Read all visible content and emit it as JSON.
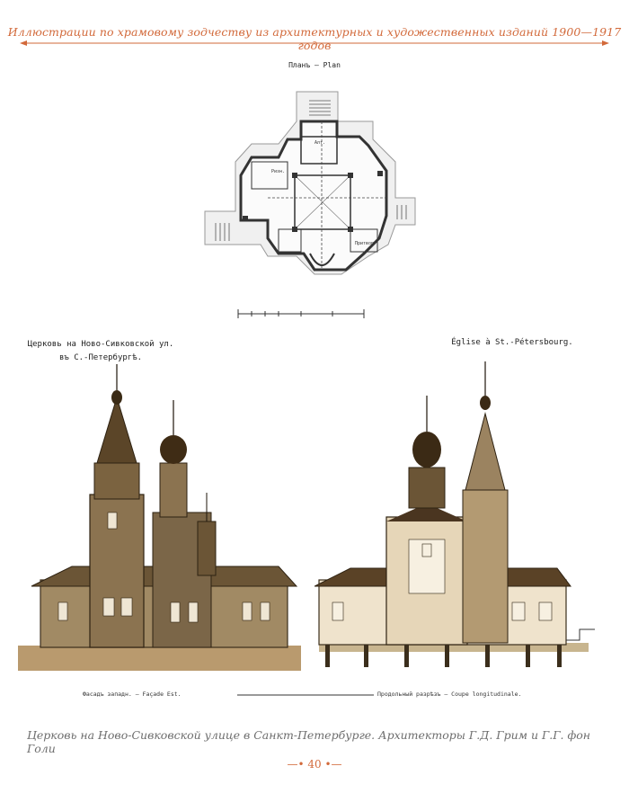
{
  "header": {
    "title": "Иллюстрации по храмовому зодчеству из архитектурных и художественных изданий 1900—1917 годов",
    "accent_color": "#d2693a"
  },
  "plan": {
    "title": "Планъ — Plan",
    "room_labels": [
      "Алт.",
      "Ризн.",
      "Притвор"
    ]
  },
  "elevations": {
    "left_label_line1": "Церковь на Ново-Сивковской ул.",
    "left_label_line2": "въ С.-Петербургѣ.",
    "right_label": "Église à St.-Pétersbourg.",
    "left_caption": "Фасадъ западн. — Façade Est.",
    "right_caption": "Продольный разрѣзъ — Coupe longitudinale."
  },
  "caption": "Церковь на Ново-Сивковской улице в Санкт-Петербурге. Архитекторы Г.Д. Грим и Г.Г. фон Голи",
  "page_number": "40"
}
